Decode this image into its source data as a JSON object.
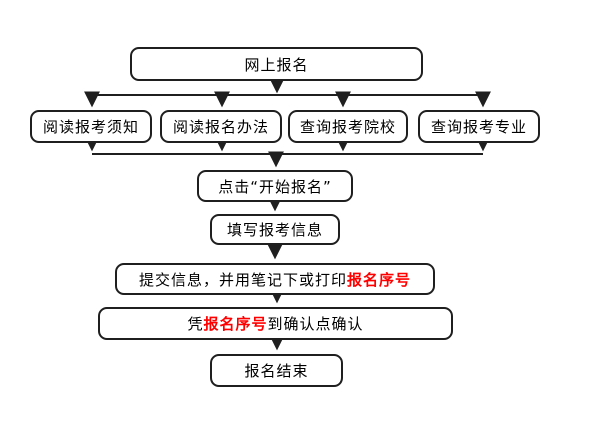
{
  "colors": {
    "line": "#1f1f1f",
    "text": "#000000",
    "highlight": "#ff0000",
    "background": "#ffffff"
  },
  "flowchart": {
    "start": {
      "label": "网上报名"
    },
    "branches": [
      {
        "label": "阅读报考须知"
      },
      {
        "label": "阅读报名办法"
      },
      {
        "label": "查询报考院校"
      },
      {
        "label": "查询报考专业"
      }
    ],
    "steps": [
      {
        "label": "点击“开始报名”"
      },
      {
        "label": "填写报考信息"
      },
      {
        "prefix": "提交信息，并用笔记下或打印",
        "highlight": "报名序号",
        "suffix": ""
      },
      {
        "prefix": "凭",
        "highlight": "报名序号",
        "suffix": "到确认点确认"
      },
      {
        "label": "报名结束"
      }
    ]
  }
}
